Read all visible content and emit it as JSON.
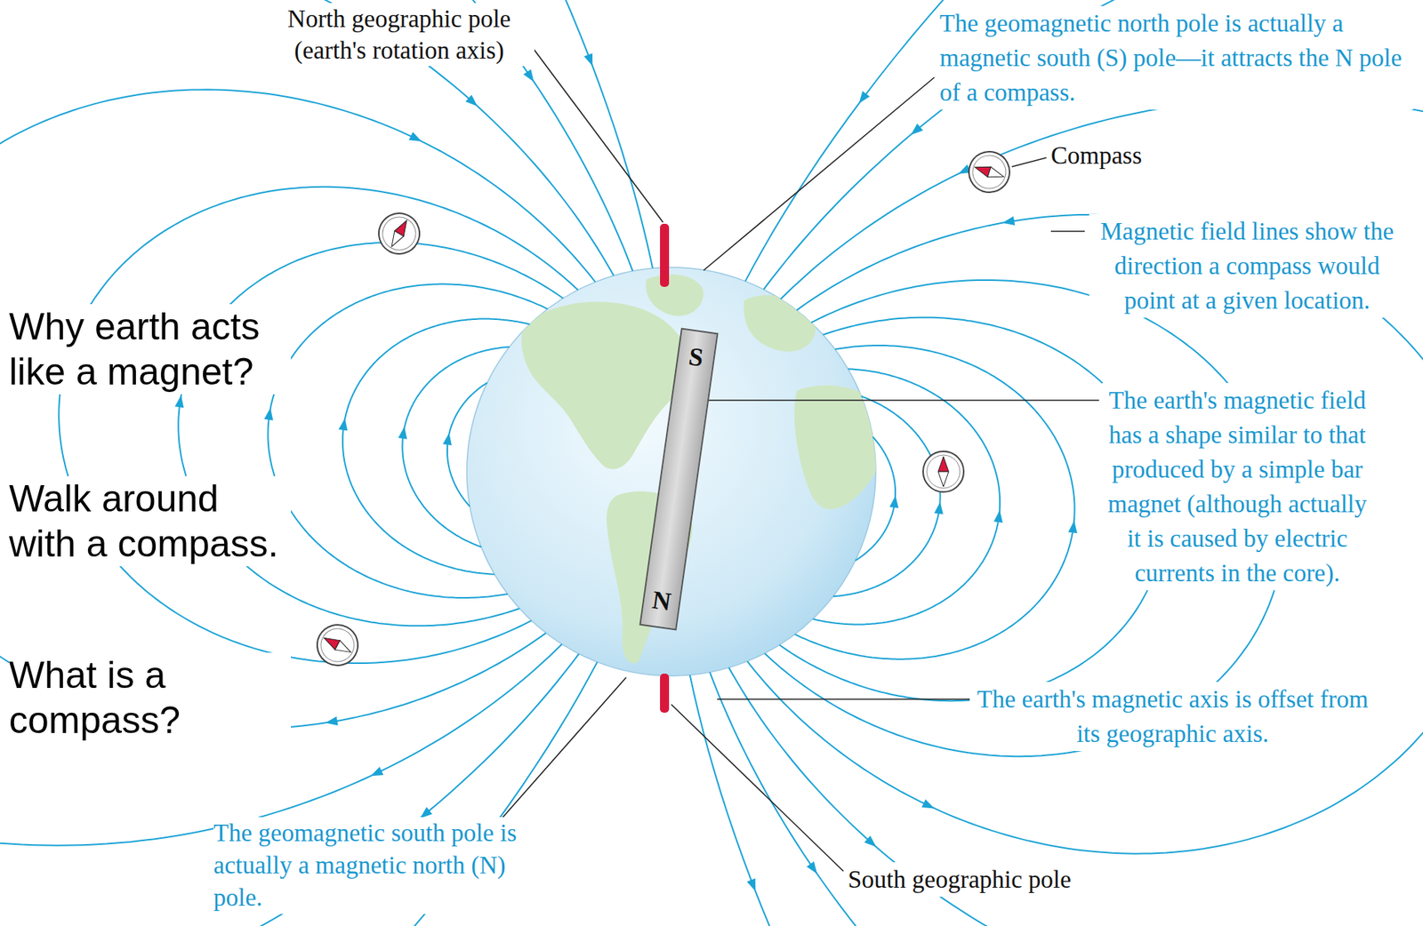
{
  "diagram": {
    "nodes": [
      {
        "text": [
          "S",
          "N"
        ]
      }
    ],
    "labels": [
      "North geographic pole (earth's rotation axis)",
      "The geomagnetic north pole is actually a magnetic south (S) pole—it attracts the N pole of a compass.",
      "Compass",
      "Magnetic field lines show the direction a compass would point at a given location.",
      "The earth's magnetic field has a shape similar to that produced by a simple bar magnet (although actually it is caused by electric currents in the core).",
      "The earth's magnetic axis is offset from its geographic axis.",
      "South geographic pole",
      "The geomagnetic south pole is actually a magnetic north (N) pole.",
      "Why earth acts like a magnet?",
      "Walk around with a compass.",
      "What is a compass?"
    ]
  }
}
